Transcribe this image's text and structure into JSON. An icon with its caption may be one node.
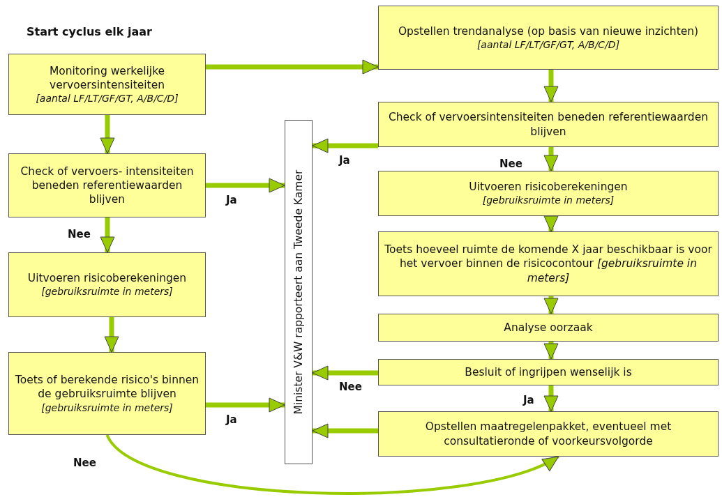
{
  "diagram": {
    "title": "Start cyclus elk jaar",
    "nodes": [
      {
        "text": [
          "Monitoring werkelijke vervoersintensiteiten",
          "[aantal LF/LT/GF/GT, A/B/C/D]"
        ]
      },
      {
        "text": [
          "Check of vervoers- intensiteiten beneden referentiewaarden blijven"
        ]
      },
      {
        "text": [
          "Uitvoeren risicoberekeningen",
          "[gebruiksruimte in meters]"
        ]
      },
      {
        "text": [
          "Toets of berekende risico's binnen de gebruiksruimte blijven",
          "[gebruiksruimte in meters]"
        ]
      },
      {
        "text": [
          "Minister V&W rapporteert aan Tweede Kamer"
        ]
      },
      {
        "text": [
          "Opstellen trendanalyse (op basis van nieuwe inzichten)",
          "[aantal LF/LT/GF/GT, A/B/C/D]"
        ]
      },
      {
        "text": [
          "Check of vervoersintensiteiten beneden referentiewaarden blijven"
        ]
      },
      {
        "text": [
          "Uitvoeren risicoberekeningen",
          "[gebruiksruimte in meters]"
        ]
      },
      {
        "text": [
          "Toets hoeveel ruimte de komende X jaar beschikbaar is voor het vervoer binnen de risicocontour *[gebruiksruimte in meters]*"
        ]
      },
      {
        "text": [
          "Analyse oorzaak"
        ]
      },
      {
        "text": [
          "Besluit of ingrijpen wenselijk is"
        ]
      },
      {
        "text": [
          "Opstellen maatregelenpakket, eventueel met consultatieronde of voorkeursvolgorde"
        ]
      }
    ],
    "edges": [
      {
        "from": 0,
        "to": 5,
        "arrow": "to"
      },
      {
        "from": 0,
        "to": 1,
        "arrow": "to"
      },
      {
        "from": 1,
        "to": 4,
        "arrow": "to",
        "label": "Ja"
      },
      {
        "from": 1,
        "to": 2,
        "arrow": "to",
        "label": "Nee"
      },
      {
        "from": 2,
        "to": 3,
        "arrow": "to"
      },
      {
        "from": 3,
        "to": 4,
        "arrow": "to",
        "label": "Ja"
      },
      {
        "from": 3,
        "to": 11,
        "arrow": "to",
        "label": "Nee"
      },
      {
        "from": 5,
        "to": 6,
        "arrow": "to"
      },
      {
        "from": 6,
        "to": 4,
        "arrow": "to",
        "label": "Ja"
      },
      {
        "from": 6,
        "to": 7,
        "arrow": "to",
        "label": "Nee"
      },
      {
        "from": 7,
        "to": 8,
        "arrow": "to"
      },
      {
        "from": 8,
        "to": 9,
        "arrow": "to"
      },
      {
        "from": 9,
        "to": 10,
        "arrow": "to"
      },
      {
        "from": 10,
        "to": 4,
        "arrow": "to",
        "label": "Nee"
      },
      {
        "from": 10,
        "to": 11,
        "arrow": "to",
        "label": "Ja"
      },
      {
        "from": 11,
        "to": 4,
        "arrow": "to"
      }
    ]
  }
}
